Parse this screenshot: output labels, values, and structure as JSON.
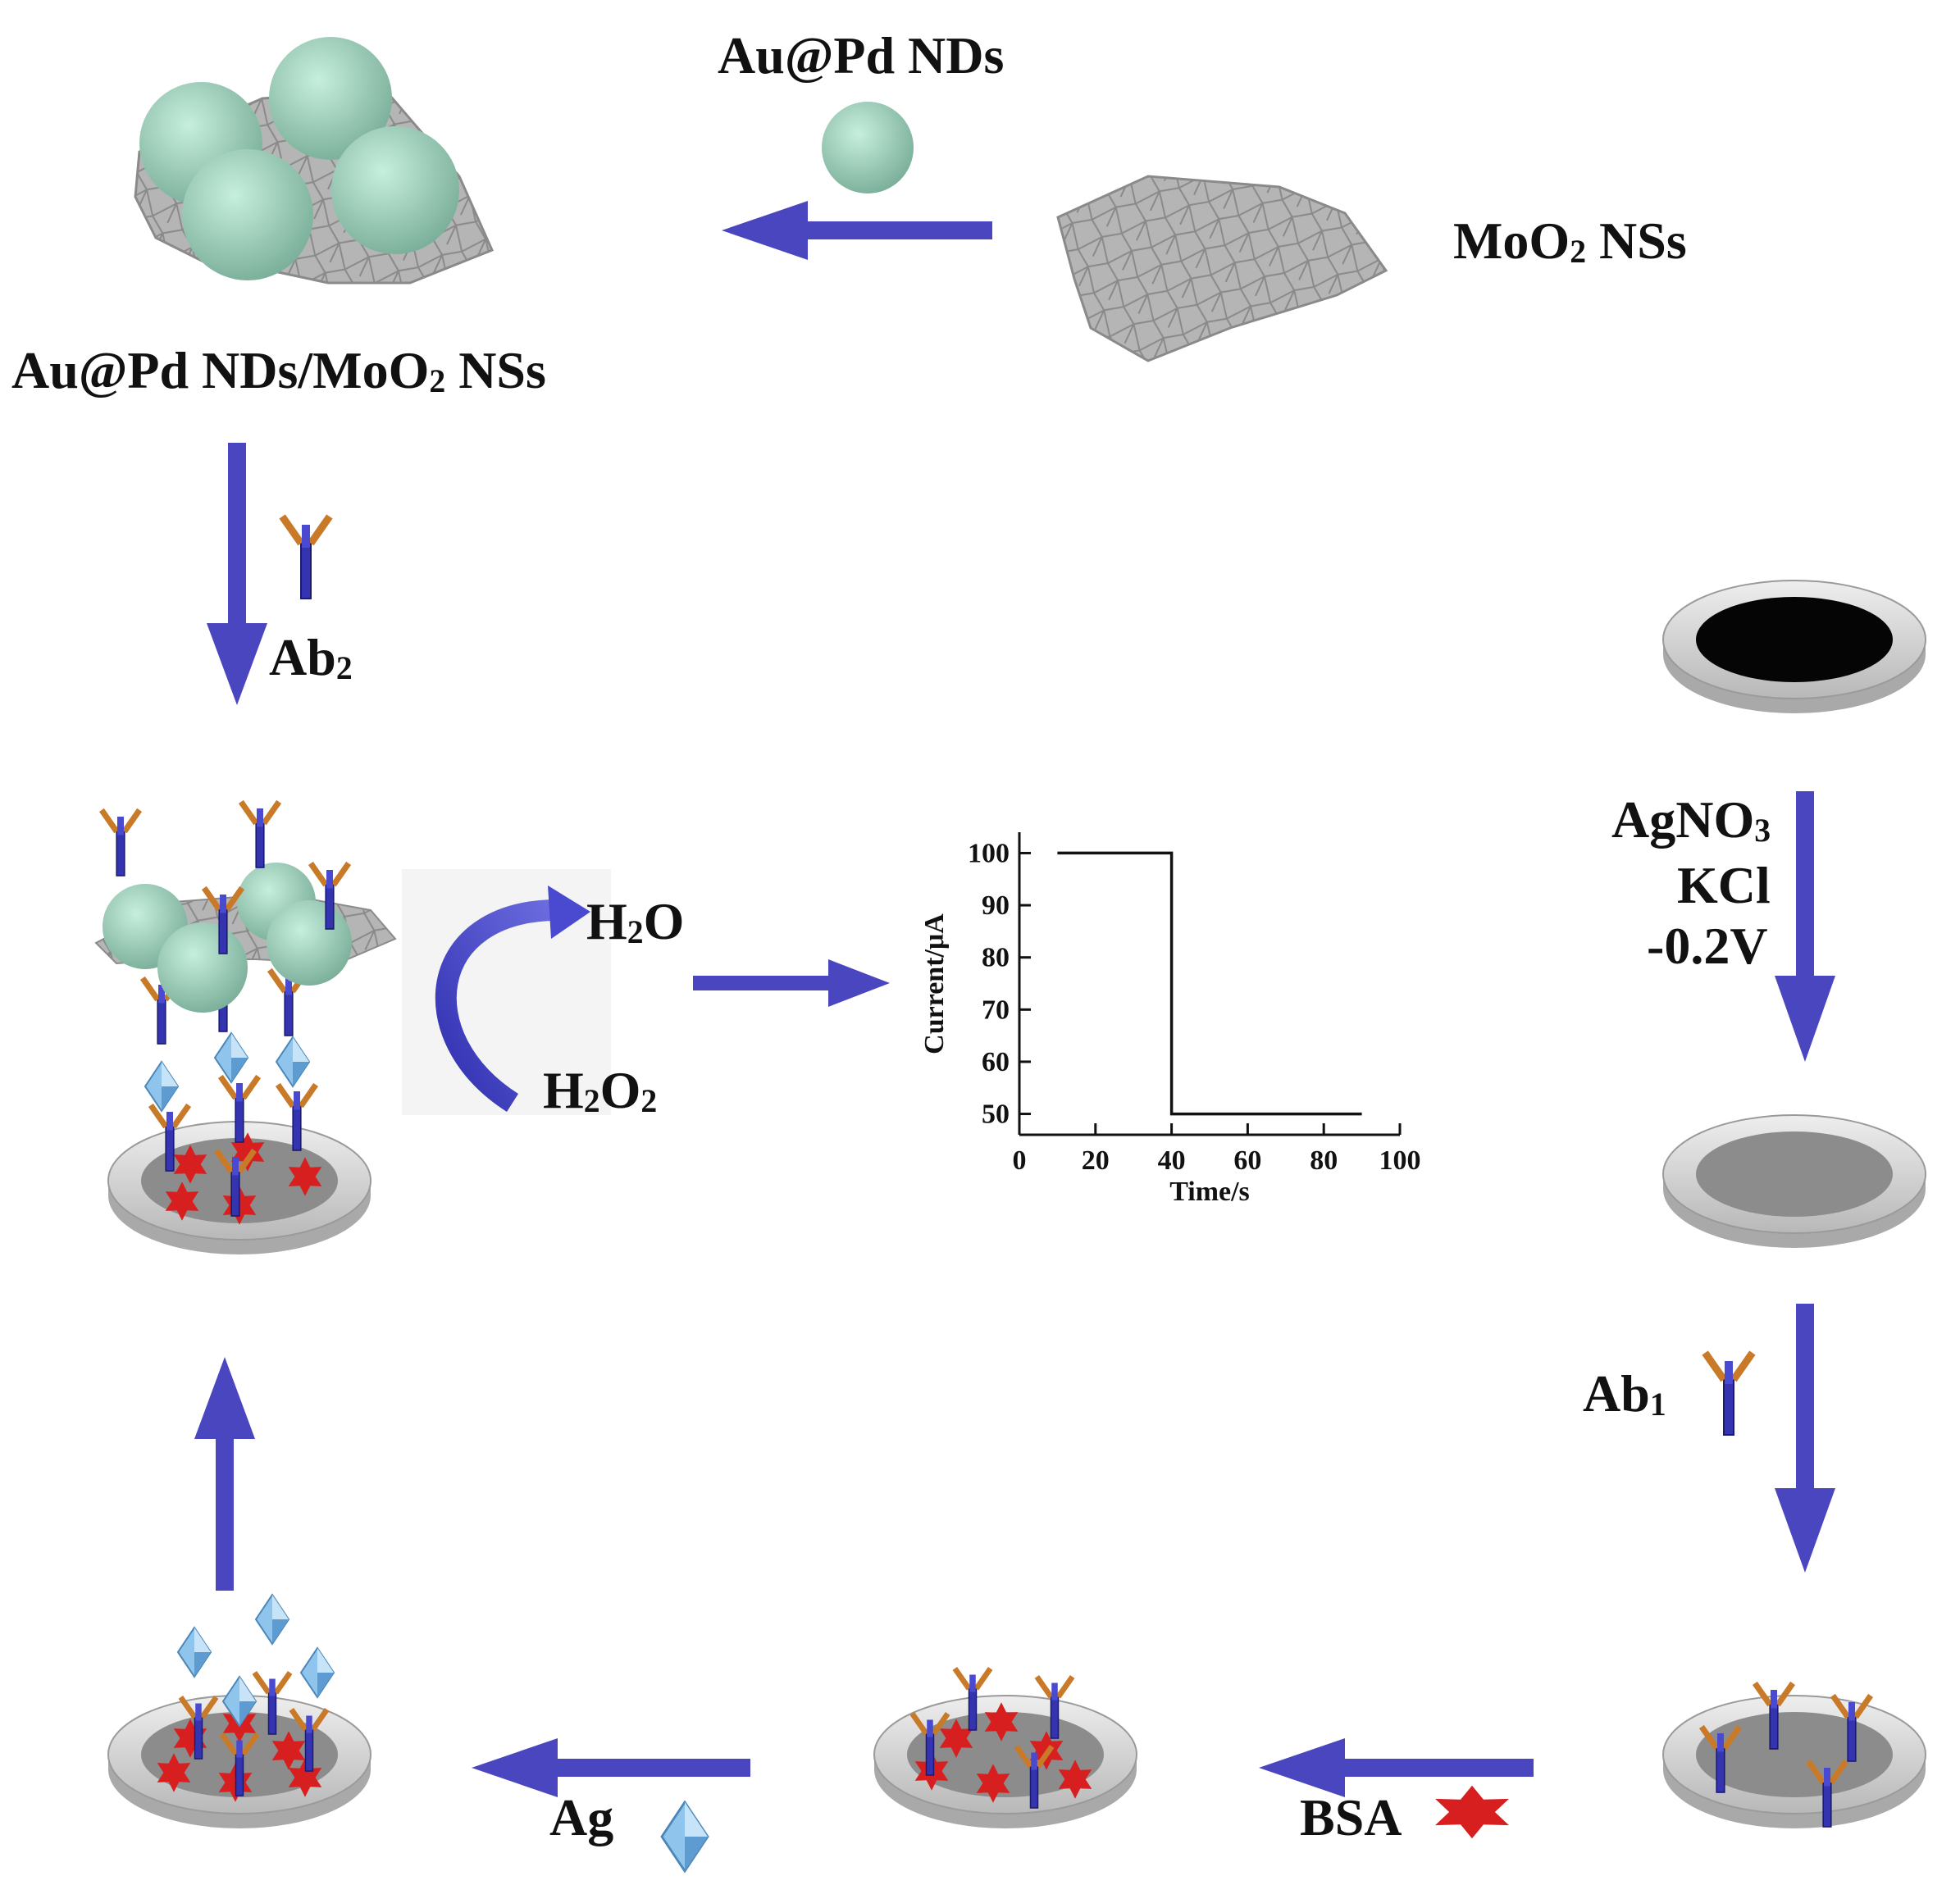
{
  "labels": {
    "au_pd_nds": "Au@Pd NDs",
    "mo_base": "MoO",
    "mo_sub": "2",
    "nss": " NSs",
    "composite_base": "Au@Pd NDs/MoO",
    "composite_sub": "2",
    "composite_tail": " NSs",
    "ab2_base": "Ab",
    "ab2_sub": "2",
    "agno3_base": "AgNO",
    "agno3_sub": "3",
    "kcl": "KCl",
    "voltage": "-0.2V",
    "ab1_base": "Ab",
    "ab1_sub": "1",
    "h2o_a": "H",
    "h2o_sub": "2",
    "h2o_b": "O",
    "h2o2_a": "H",
    "h2o2_sub1": "2",
    "h2o2_b": "O",
    "h2o2_sub2": "2",
    "bsa": "BSA",
    "ag": "Ag"
  },
  "colors": {
    "arrow": "#4a46c0",
    "sphere": "#9fe0c4",
    "sphere_stripe": "#3f6b5a",
    "sheet": "#a9a9a9",
    "electrode_rim": "#d6d6d6",
    "electrode_dark": "#050505",
    "electrode_grey": "#8c8c8c",
    "bsa_star": "#d81f1f",
    "antibody_stem": "#3a3ab0",
    "antibody_arm": "#c57a2a",
    "ag_crystal": "#8fc4ec"
  },
  "chart_data": {
    "type": "line",
    "x": [
      10,
      40,
      40,
      90
    ],
    "y": [
      100,
      100,
      50,
      50
    ],
    "xlabel": "Time/s",
    "ylabel": "Current/μA",
    "xlim": [
      0,
      100
    ],
    "ylim": [
      46,
      104
    ],
    "xticks": [
      0,
      20,
      40,
      60,
      80,
      100
    ],
    "yticks": [
      50,
      60,
      70,
      80,
      90,
      100
    ],
    "grid": false
  }
}
